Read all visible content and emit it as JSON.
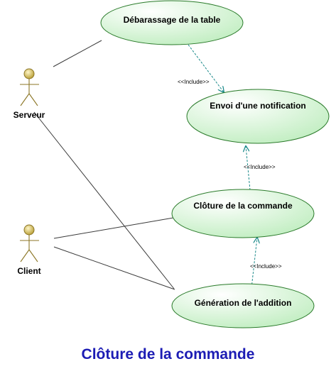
{
  "diagram": {
    "type": "uml-use-case",
    "actors": [
      {
        "id": "serveur",
        "label": "Serveur"
      },
      {
        "id": "client",
        "label": "Client"
      }
    ],
    "use_cases": [
      {
        "id": "debarassage",
        "label": "Débarassage de la table"
      },
      {
        "id": "notification",
        "label": "Envoi d'une notification"
      },
      {
        "id": "cloture",
        "label": "Clôture de la commande"
      },
      {
        "id": "addition",
        "label": "Génération de l'addition"
      }
    ],
    "associations": [
      {
        "actor": "serveur",
        "use_case": "debarassage"
      },
      {
        "actor": "serveur",
        "use_case": "addition"
      },
      {
        "actor": "client",
        "use_case": "cloture"
      },
      {
        "actor": "client",
        "use_case": "addition"
      }
    ],
    "includes": [
      {
        "from": "debarassage",
        "to": "notification",
        "label": "<<Include>>"
      },
      {
        "from": "cloture",
        "to": "notification",
        "label": "<<Include>>"
      },
      {
        "from": "addition",
        "to": "cloture",
        "label": "<<Include>>"
      }
    ],
    "caption": "Clôture de la commande",
    "colors": {
      "use_case_fill_light": "#ffffff",
      "use_case_fill_dark": "#c2eec2",
      "use_case_stroke": "#2a7a2a",
      "actor_head_light": "#fff6c8",
      "actor_head_dark": "#b59a2e",
      "actor_stroke": "#8c7626",
      "include_line": "#1b8a8a",
      "association_line": "#3a3a3a",
      "caption": "#1c1cb4"
    }
  }
}
